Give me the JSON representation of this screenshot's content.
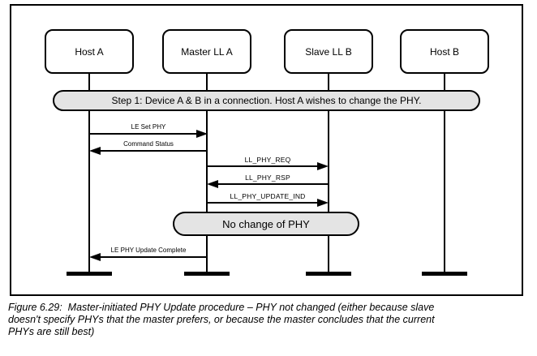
{
  "diagram": {
    "actors": [
      {
        "label": "Host A"
      },
      {
        "label": "Master LL A"
      },
      {
        "label": "Slave LL B"
      },
      {
        "label": "Host B"
      }
    ],
    "step_banner": "Step 1: Device A & B in a connection. Host A wishes to change the PHY.",
    "messages": [
      {
        "label": "LE Set PHY",
        "from": "Host A",
        "to": "Master LL A",
        "direction": "right"
      },
      {
        "label": "Command Status",
        "from": "Master LL A",
        "to": "Host A",
        "direction": "left"
      },
      {
        "label": "LL_PHY_REQ",
        "from": "Master LL A",
        "to": "Slave LL B",
        "direction": "right"
      },
      {
        "label": "LL_PHY_RSP",
        "from": "Slave LL B",
        "to": "Master LL A",
        "direction": "left"
      },
      {
        "label": "LL_PHY_UPDATE_IND",
        "from": "Master LL A",
        "to": "Slave LL B",
        "direction": "right"
      },
      {
        "label": "LE PHY Update Complete",
        "from": "Master LL A",
        "to": "Host A",
        "direction": "left"
      }
    ],
    "note": "No change of PHY",
    "colors": {
      "line": "#000000",
      "banner_fill": "#e4e4e4",
      "background": "#ffffff",
      "text": "#000000"
    }
  },
  "caption": {
    "lines": [
      "Figure 6.29:  Master-initiated PHY Update procedure – PHY not changed (either because slave",
      "doesn't specify PHYs that the master prefers, or because the master concludes that the current",
      "PHYs are still best)"
    ]
  }
}
